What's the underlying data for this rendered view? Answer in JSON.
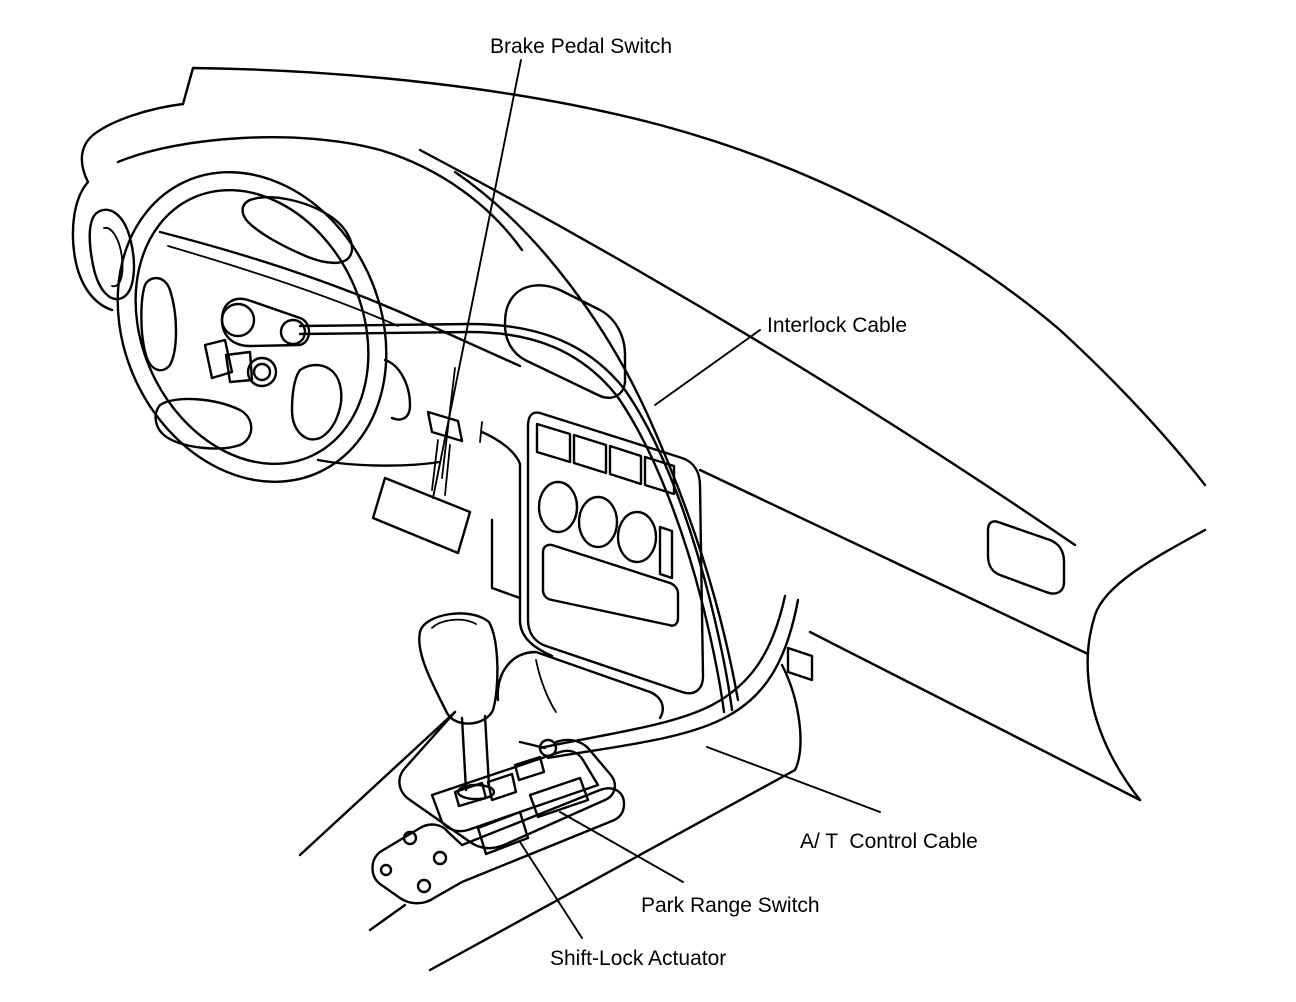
{
  "colors": {
    "ink": "#000000",
    "paper": "#ffffff"
  },
  "labels": {
    "brake_pedal_switch": "Brake Pedal Switch",
    "interlock_cable": "Interlock Cable",
    "at_control_cable": "A/ T  Control Cable",
    "park_range_switch": "Park Range Switch",
    "shift_lock_actuator": "Shift-Lock Actuator"
  }
}
